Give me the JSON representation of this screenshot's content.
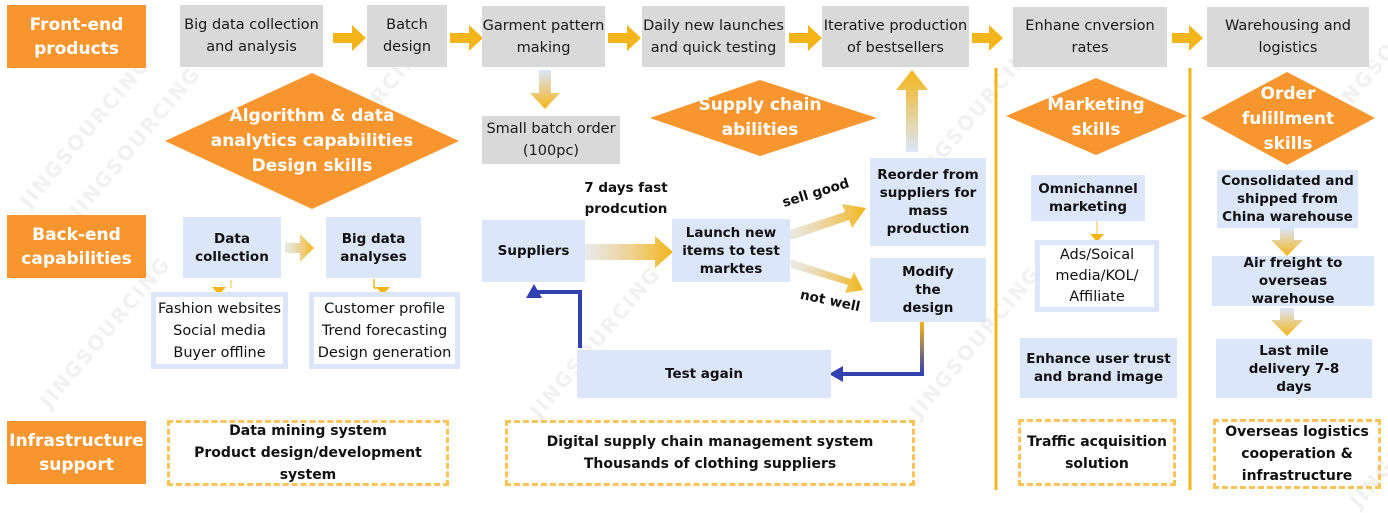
{
  "watermark": "JINGSOURCING",
  "colors": {
    "row_label": "#f7962f",
    "diamond": "#f7962f",
    "front_box": "#d9d9d9",
    "back_box": "#dbe6fb",
    "arrow_yellow": "#f5b519",
    "arrow_blue": "#3340b0",
    "divider": "#f5b519",
    "dashed_border": "#fbc45a"
  },
  "row_labels": {
    "front": "Front-end products",
    "back": "Back-end capabilities",
    "infra": "Infrastructure support"
  },
  "front_steps": [
    "Big data collection and analysis",
    "Batch design",
    "Garment pattern making",
    "Daily new launches and quick testing",
    "Iterative production of bestsellers",
    "Enhane cnversion rates",
    "Warehousing and logistics"
  ],
  "small_batch": {
    "line1": "Small batch order",
    "line2": "(100pc)"
  },
  "diamonds": {
    "algorithm": [
      "Algorithm & data",
      "analytics capabilities",
      "Design skills"
    ],
    "supply": [
      "Supply chain",
      "abilities"
    ],
    "marketing": [
      "Marketing",
      "skills"
    ],
    "fulfillment": [
      "Order",
      "fulillment",
      "skills"
    ]
  },
  "data_section": {
    "data_collection": "Data collection",
    "big_data_analyses": "Big data analyses",
    "sources": [
      "Fashion websites",
      "Social media",
      "Buyer offline"
    ],
    "outputs": [
      "Customer profile",
      "Trend forecasting",
      "Design generation"
    ]
  },
  "supply_section": {
    "suppliers": "Suppliers",
    "fast_production": [
      "7 days fast",
      "prodcution"
    ],
    "launch": "Launch new items to test marktes",
    "sell_good": "sell good",
    "not_well": "not well",
    "reorder": "Reorder from suppliers for mass production",
    "modify": "Modify the design",
    "test_again": "Test again"
  },
  "marketing_section": {
    "omnichannel": "Omnichannel marketing",
    "channels": [
      "Ads/Soical",
      "media/KOL/",
      "Affiliate"
    ],
    "trust": "Enhance user trust and brand image"
  },
  "fulfillment_section": {
    "consolidated": "Consolidated and shipped from China warehouse",
    "air_freight": "Air freight to overseas warehouse",
    "last_mile": "Last mile delivery 7-8 days"
  },
  "infrastructure": {
    "data": [
      "Data mining system",
      "Product design/development system"
    ],
    "supply": [
      "Digital supply chain management system",
      "Thousands of clothing suppliers"
    ],
    "marketing": [
      "Traffic acquisition",
      "solution"
    ],
    "logistics": [
      "Overseas logistics",
      "cooperation &",
      "infrastructure"
    ]
  }
}
